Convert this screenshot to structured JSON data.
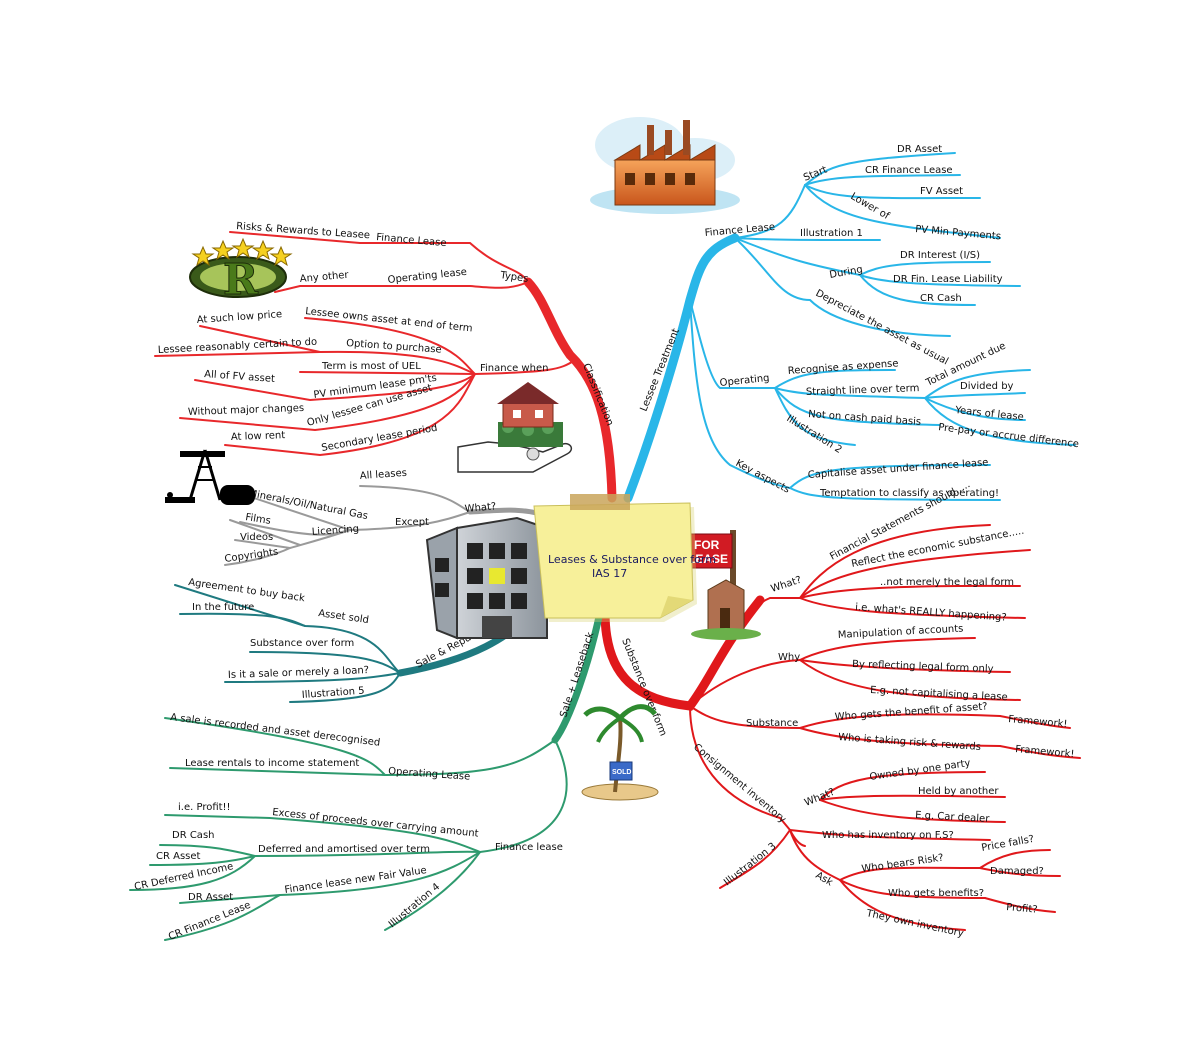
{
  "center": {
    "line1": "Leases & Substance over form",
    "line2": "IAS 17"
  },
  "colors": {
    "classification": "#e8282b",
    "lessee": "#29b6e8",
    "substance": "#e0181b",
    "sale": "#2e9a6e",
    "what": "#9a9a9a",
    "repurchase": "#1f7a80",
    "note": "#f7f09a"
  },
  "icons": {
    "factory": "factory-icon",
    "stars": "stars-logo-icon",
    "house": "house-in-hand-icon",
    "oil": "oil-rig-icon",
    "building": "office-building-icon",
    "for_lease": "for-lease-sign-icon",
    "island": "island-sold-icon"
  },
  "branches": {
    "classification": "Classification",
    "lessee_treatment": "Lessee Treatment",
    "substance": "Substance over form",
    "sale_leaseback": "Sale + Leaseback",
    "what": "What?",
    "sale_repurchase": "Sale & Repurchase"
  },
  "classification": {
    "types": "Types",
    "finance_lease": "Finance Lease",
    "risks": "Risks & Rewards to Leasee",
    "operating_lease": "Operating lease",
    "any_other": "Any other",
    "finance_when": "Finance when",
    "fw": {
      "owns": "Lessee owns asset at end of term",
      "option": "Option to purchase",
      "low_price": "At such low price",
      "certain": "Lessee reasonably certain to do",
      "term": "Term is most of UEL",
      "pv": "PV minimum lease pm'ts",
      "all_fv": "All of FV asset",
      "only": "Only lessee can use asset",
      "no_change": "Without major changes",
      "secondary": "Secondary lease period",
      "low_rent": "At low rent"
    }
  },
  "what": {
    "all_leases": "All leases",
    "except": "Except",
    "minerals": "Minerals/Oil/Natural Gas",
    "licencing": "Licencing",
    "films": "Films",
    "videos": "Videos",
    "copyrights": "Copyrights"
  },
  "repurchase": {
    "asset_sold": "Asset sold",
    "agree": "Agreement to buy back",
    "future": "In the future",
    "substance": "Substance over form",
    "loan": "Is it a sale or merely a loan?",
    "ill5": "Illustration 5"
  },
  "leaseback": {
    "operating": "Operating Lease",
    "recorded": "A sale is recorded and asset derecognised",
    "rentals": "Lease rentals to income statement",
    "finance": "Finance lease",
    "excess": "Excess of proceeds over carrying amount",
    "profit": "i.e. Profit!!",
    "deferred": "Deferred and amortised over term",
    "dr_cash": "DR Cash",
    "cr_asset": "CR Asset",
    "cr_deferred": "CR Deferred Income",
    "new_fv": "Finance lease new Fair Value",
    "dr_asset": "DR Asset",
    "cr_fin": "CR Finance Lease",
    "ill4": "Illustration 4"
  },
  "lessee": {
    "finance_lease": "Finance Lease",
    "start": "Start",
    "dr_asset": "DR Asset",
    "cr_fin": "CR Finance Lease",
    "lower_of": "Lower of",
    "fv_asset": "FV Asset",
    "pv_min": "PV Min Payments",
    "ill1": "Illustration 1",
    "during": "During",
    "dr_interest": "DR Interest (I/S)",
    "dr_fin_liab": "DR Fin. Lease Liability",
    "cr_cash": "CR Cash",
    "depreciate": "Depreciate the asset as usual",
    "operating": "Operating",
    "recognise": "Recognise as expense",
    "straight": "Straight line over term",
    "total": "Total amount due",
    "divided": "Divided by",
    "years": "Years of lease",
    "not_cash": "Not on cash paid basis",
    "prepay": "Pre-pay or accrue difference",
    "ill2": "Illustration 2",
    "key": "Key aspects",
    "capitalise": "Capitalise asset under finance lease",
    "temptation": "Temptation to classify as operating!"
  },
  "substance": {
    "what": "What?",
    "fs_should": "Financial Statements should.....",
    "reflect": "Reflect the economic substance.....",
    "not_legal": "..not merely the legal form",
    "really": "i.e. what's REALLY happening?",
    "why": "Why",
    "manip": "Manipulation of accounts",
    "legal_only": "By reflecting legal form only",
    "eg_cap": "E.g. not capitalising a lease",
    "substance": "Substance",
    "who_benefit": "Who gets the benefit of asset?",
    "framework1": "Framework!",
    "who_risk": "Who is taking risk & rewards",
    "framework2": "Framework!",
    "consign": "Consignment inventory",
    "c_what": "What?",
    "owned": "Owned by one party",
    "held": "Held by another",
    "car": "E.g. Car dealer",
    "who_fs": "Who has inventory on F.S?",
    "ask": "Ask",
    "bears": "Who bears Risk?",
    "price": "Price falls?",
    "damaged": "Damaged?",
    "benefits": "Who gets benefits?",
    "profit": "Profit?",
    "own_inv": "They own inventory",
    "ill3": "Illustration 3"
  },
  "signs": {
    "for": "FOR",
    "lease": "LEASE",
    "sold": "SOLD"
  }
}
